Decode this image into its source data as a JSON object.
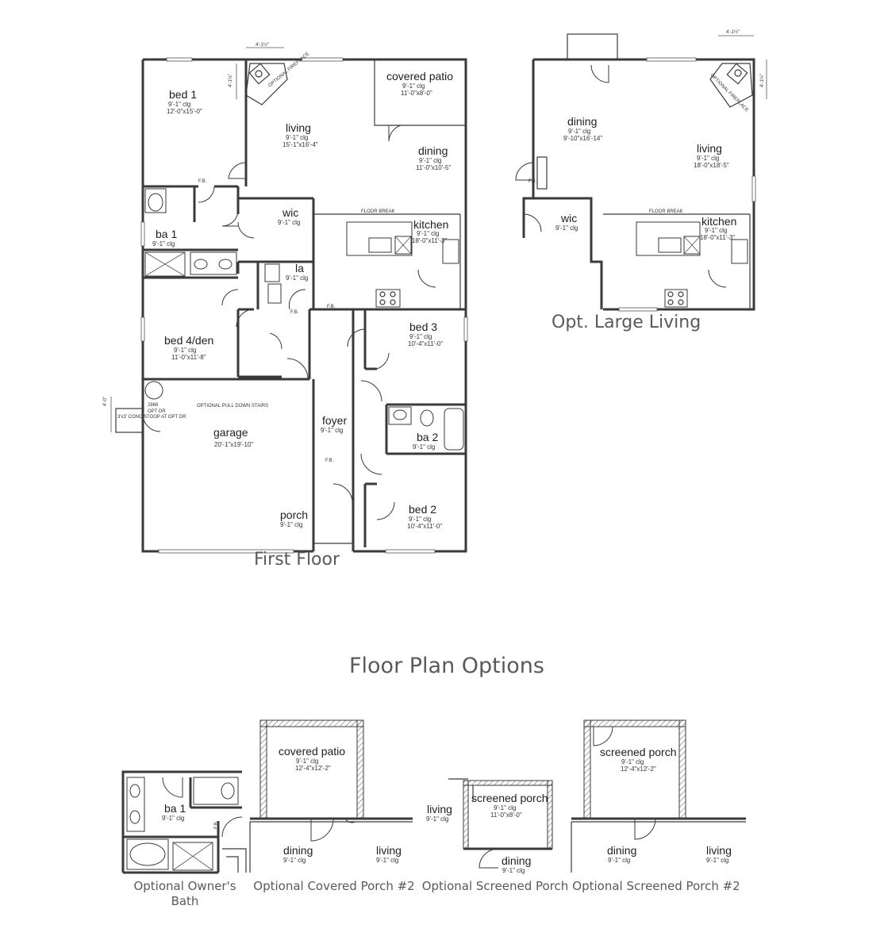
{
  "captions": {
    "first_floor": "First Floor",
    "opt_large_living": "Opt. Large Living",
    "section_title": "Floor Plan Options",
    "opt_owners_bath": "Optional Owner's Bath",
    "opt_covered_porch_2": "Optional Covered Porch #2",
    "opt_screened_porch": "Optional Screened Porch",
    "opt_screened_porch_2": "Optional Screened Porch #2"
  },
  "first_floor": {
    "rooms": [
      {
        "name": "bed 1",
        "ceiling": "9'-1\" clg",
        "size": "12'-0\"x15'-0\""
      },
      {
        "name": "living",
        "ceiling": "9'-1\" clg",
        "size": "15'-1\"x16'-4\""
      },
      {
        "name": "covered patio",
        "ceiling": "9'-1\" clg",
        "size": "11'-0\"x8'-0\""
      },
      {
        "name": "dining",
        "ceiling": "9'-1\" clg",
        "size": "11'-0\"x10'-5\""
      },
      {
        "name": "wic",
        "ceiling": "9'-1\" clg"
      },
      {
        "name": "kitchen",
        "ceiling": "9'-1\" clg",
        "size": "18'-0\"x11'-3\""
      },
      {
        "name": "ba 1",
        "ceiling": "9'-1\" clg"
      },
      {
        "name": "la",
        "ceiling": "9'-1\" clg"
      },
      {
        "name": "bed 4/den",
        "ceiling": "9'-1\" clg",
        "size": "11'-0\"x11'-8\""
      },
      {
        "name": "bed 3",
        "ceiling": "9'-1\" clg",
        "size": "10'-4\"x11'-0\""
      },
      {
        "name": "foyer",
        "ceiling": "9'-1\" clg"
      },
      {
        "name": "ba 2",
        "ceiling": "9'-1\" clg"
      },
      {
        "name": "garage",
        "size": "20'-1\"x19'-10\""
      },
      {
        "name": "porch",
        "ceiling": "9'-1\" clg"
      },
      {
        "name": "bed 2",
        "ceiling": "9'-1\" clg",
        "size": "10'-4\"x11'-0\""
      }
    ],
    "notes": {
      "fireplace": "OPTIONAL FIREPLACE",
      "fireplace_dim": "4'-1½\"",
      "floor_break": "FLOOR BREAK",
      "fb": "F.B.",
      "pull_down": "OPTIONAL PULL DOWN STAIRS",
      "door_2868": "2868",
      "opt_dr": "OPT DR",
      "stoop": "3'x3' CONC STOOP AT OPT DR",
      "side_dim": "4'-0\""
    }
  },
  "large_living": {
    "rooms": [
      {
        "name": "dining",
        "ceiling": "9'-1\" clg",
        "size": "9'-10\"x16'-14\""
      },
      {
        "name": "living",
        "ceiling": "9'-1\" clg",
        "size": "18'-0\"x18'-5\""
      },
      {
        "name": "wic",
        "ceiling": "9'-1\" clg"
      },
      {
        "name": "kitchen",
        "ceiling": "9'-1\" clg",
        "size": "18'-0\"x11'-3\""
      }
    ]
  },
  "options": {
    "owners_bath": {
      "name": "ba 1",
      "ceiling": "9'-1\" clg"
    },
    "covered_porch_2": {
      "patio": {
        "name": "covered patio",
        "ceiling": "9'-1\" clg",
        "size": "12'-4\"x12'-2\""
      },
      "dining": {
        "name": "dining",
        "ceiling": "9'-1\" clg"
      },
      "living": {
        "name": "living",
        "ceiling": "9'-1\" clg"
      }
    },
    "screened_porch": {
      "porch": {
        "name": "screened porch",
        "ceiling": "9'-1\" clg",
        "size": "11'-0\"x8'-0\""
      },
      "living": {
        "name": "living",
        "ceiling": "9'-1\" clg"
      },
      "dining": {
        "name": "dining",
        "ceiling": "9'-1\" clg"
      }
    },
    "screened_porch_2": {
      "porch": {
        "name": "screened porch",
        "ceiling": "9'-1\" clg",
        "size": "12'-4\"x12'-2\""
      },
      "dining": {
        "name": "dining",
        "ceiling": "9'-1\" clg"
      },
      "living": {
        "name": "living",
        "ceiling": "9'-1\" clg"
      }
    }
  }
}
